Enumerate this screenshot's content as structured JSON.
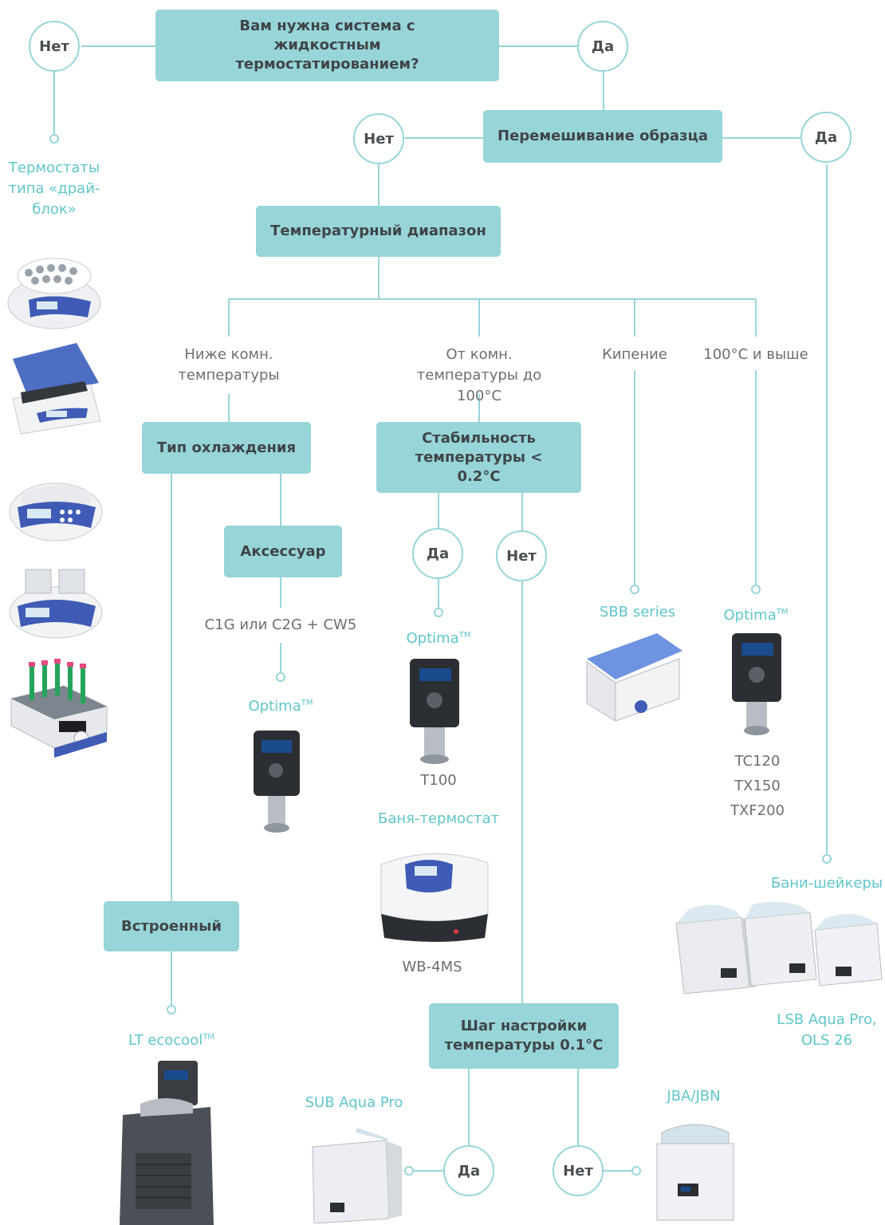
{
  "colors": {
    "accent": "#97d5d9",
    "label_teal": "#5fc6cb",
    "text_dark": "#3f4547",
    "text_gray": "#6b6f72"
  },
  "boxes": {
    "liquid_thermostat_q": "Вам нужна система с жидкостным термостатированием?",
    "sample_mixing": "Перемешивание образца",
    "temp_range": "Температурный диапазон",
    "cooling_type": "Тип охлаждения",
    "accessory": "Аксессуар",
    "stability": "Стабильность температуры < 0.2°C",
    "builtin": "Встроенный",
    "temp_step": "Шаг настройки температуры 0.1°C"
  },
  "answers": {
    "yes": "Да",
    "no": "Нет"
  },
  "ranges": {
    "below_room": "Ниже комн. температуры",
    "room_to_100": "От комн. температуры до 100°C",
    "boiling": "Кипение",
    "above_100": "100°C и выше"
  },
  "products": {
    "dry_block": "Термостаты типа «драй-блок»",
    "optima": "Optima",
    "tm": "TM",
    "sbb": "SBB series",
    "accessory_codes": "C1G или C2G + CW5",
    "t100": "T100",
    "bath_thermostat": "Баня-термостат",
    "wb4ms": "WB-4MS",
    "tc120": "TC120",
    "tx150": "TX150",
    "txf200": "TXF200",
    "shaker_baths": "Бани-шейкеры",
    "lsb_line1": "LSB Aqua Pro,",
    "lsb_line2": "OLS 26",
    "lt_ecocool": "LT ecocool",
    "sub_aqua": "SUB Aqua Pro",
    "jba_jbn": "JBA/JBN"
  }
}
